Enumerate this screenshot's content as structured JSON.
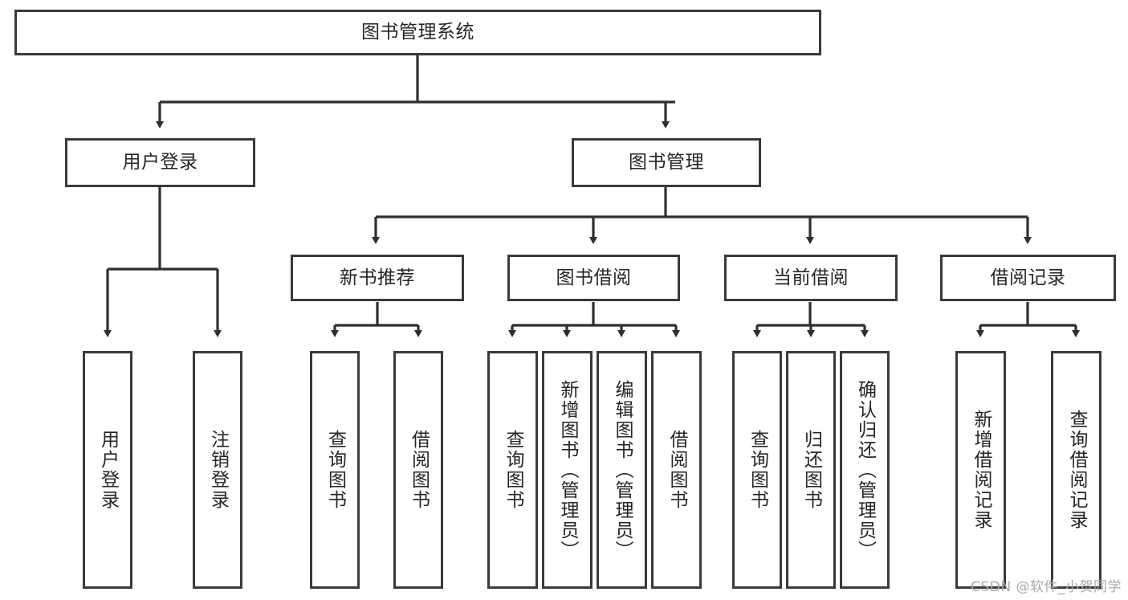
{
  "diagram": {
    "type": "tree",
    "title": "图书管理系统",
    "orientation": "top-down",
    "colors": {
      "box_border": "#3a3a3a",
      "box_fill": "#ffffff",
      "connector": "#2f2f2f",
      "text": "#262626",
      "watermark": "#a8a8a8",
      "background": "#ffffff"
    },
    "root": {
      "label": "图书管理系统"
    },
    "level2": [
      {
        "label": "用户登录"
      },
      {
        "label": "图书管理"
      }
    ],
    "level3": [
      {
        "label": "新书推荐"
      },
      {
        "label": "图书借阅"
      },
      {
        "label": "当前借阅"
      },
      {
        "label": "借阅记录"
      }
    ],
    "leaves": {
      "user_login": [
        {
          "label": "用户登录"
        },
        {
          "label": "注销登录"
        }
      ],
      "new_book_recommend": [
        {
          "label": "查询图书"
        },
        {
          "label": "借阅图书"
        }
      ],
      "book_borrow": [
        {
          "label": "查询图书"
        },
        {
          "label": "新增图书（管理员）"
        },
        {
          "label": "编辑图书（管理员）"
        },
        {
          "label": "借阅图书"
        }
      ],
      "current_borrow": [
        {
          "label": "查询图书"
        },
        {
          "label": "归还图书"
        },
        {
          "label": "确认归还（管理员）"
        }
      ],
      "borrow_records": [
        {
          "label": "新增借阅记录"
        },
        {
          "label": "查询借阅记录"
        }
      ]
    }
  },
  "watermark": {
    "text": "CSDN @软件_小贺同学"
  }
}
